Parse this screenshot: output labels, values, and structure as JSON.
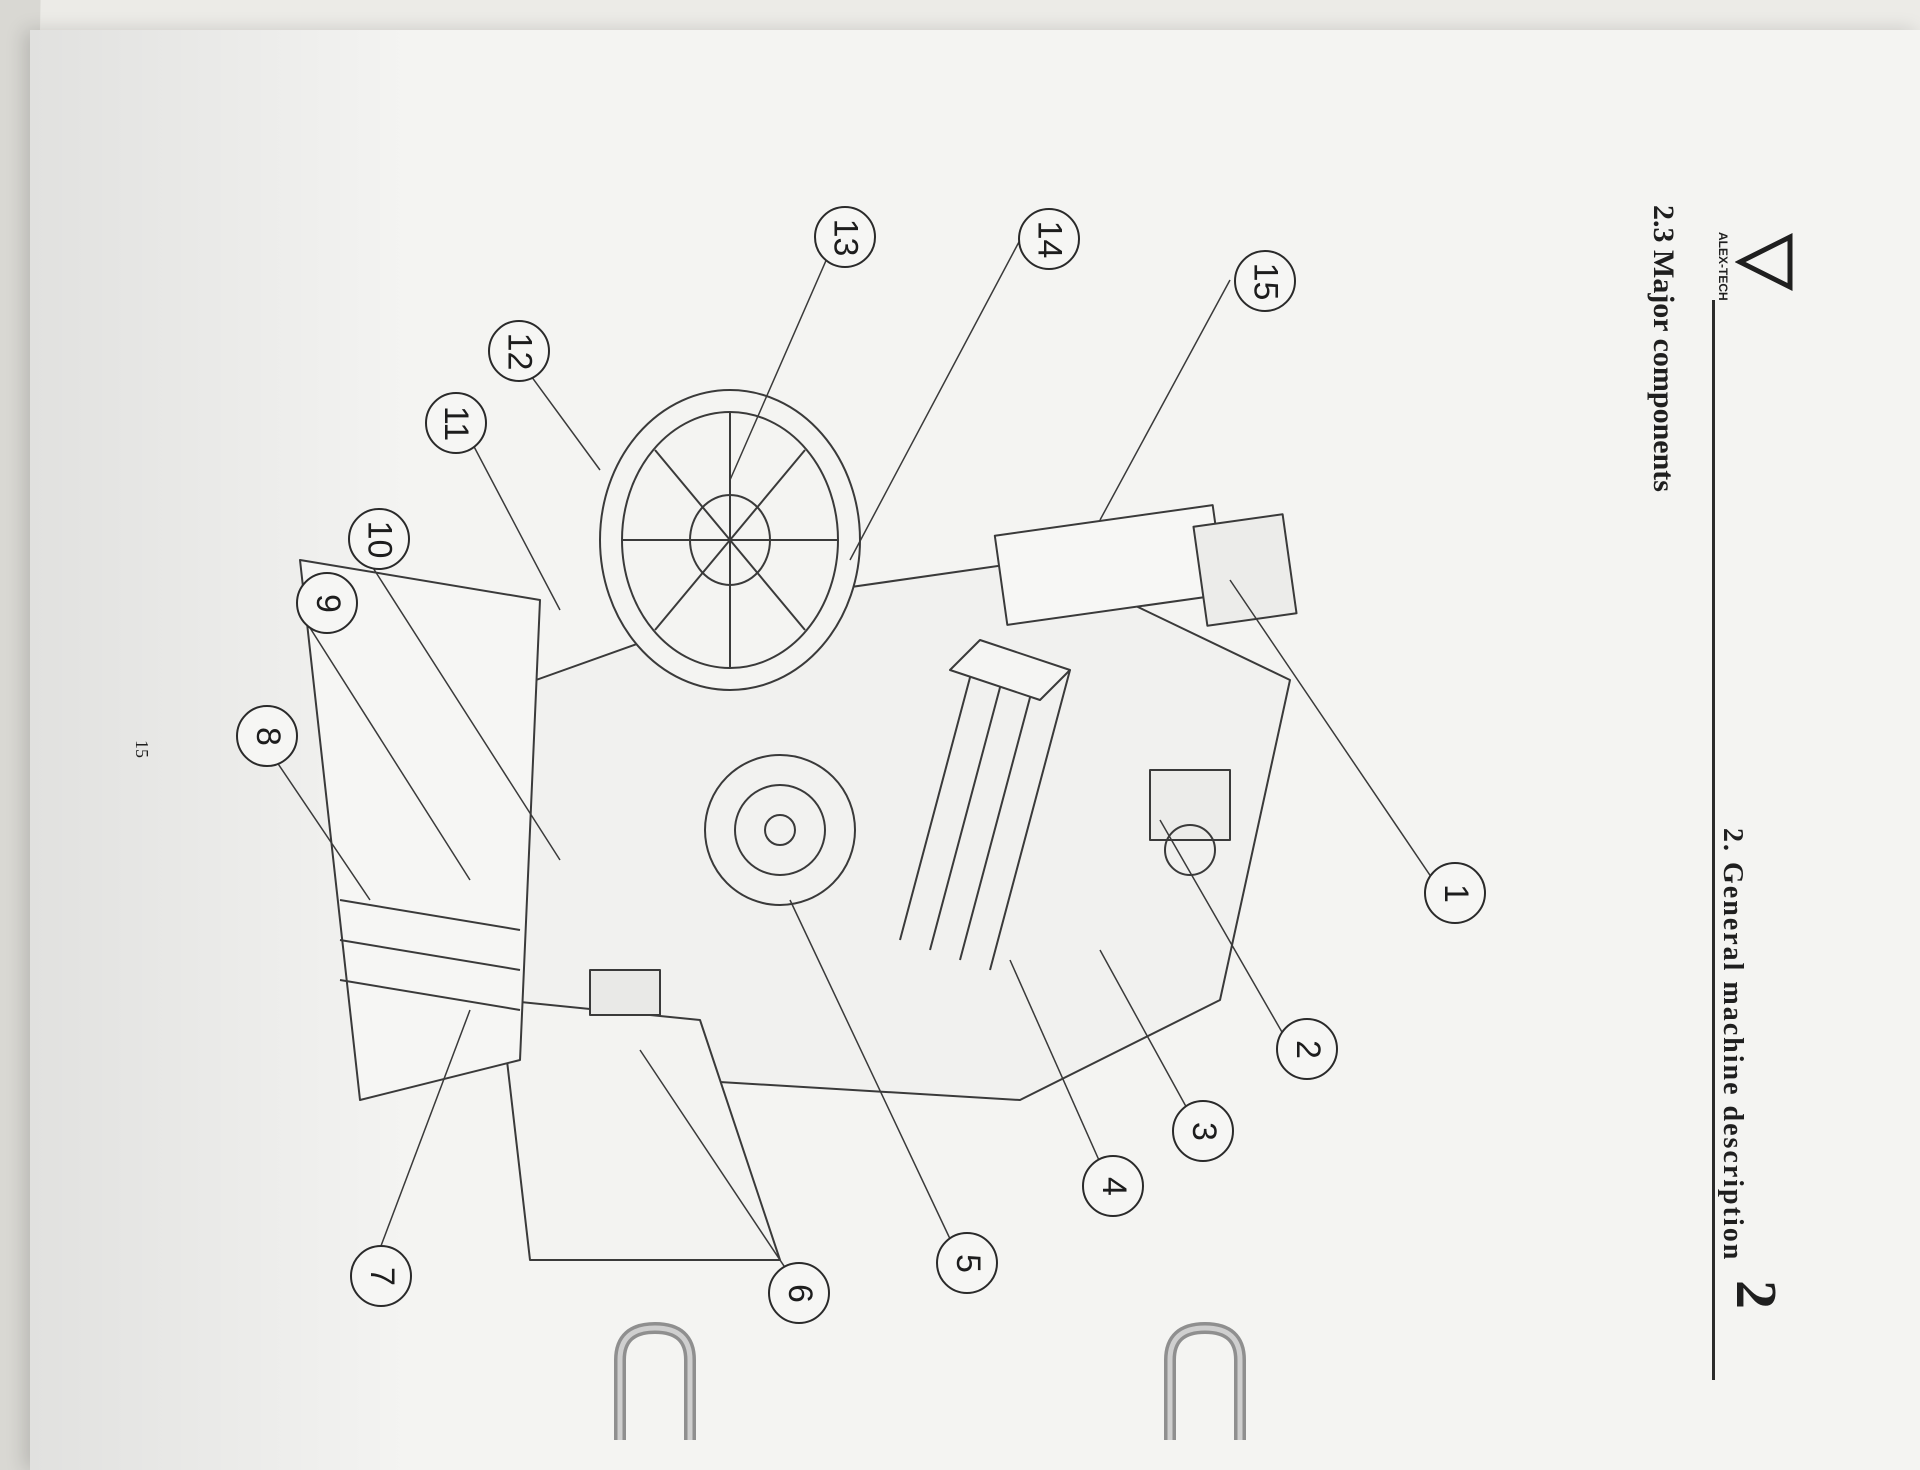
{
  "header": {
    "chapter_number": "2",
    "chapter_title": "2. General machine description",
    "logo_text": "ALEX-TECH"
  },
  "section": {
    "heading": "2.3 Major components"
  },
  "callouts": [
    "1",
    "2",
    "3",
    "4",
    "5",
    "6",
    "7",
    "8",
    "9",
    "10",
    "11",
    "12",
    "13",
    "14",
    "15"
  ],
  "footer": {
    "page_number": "15"
  },
  "icons": {
    "logo": "alex-tech-triangle-logo",
    "binder": "binder-ring-icon"
  }
}
